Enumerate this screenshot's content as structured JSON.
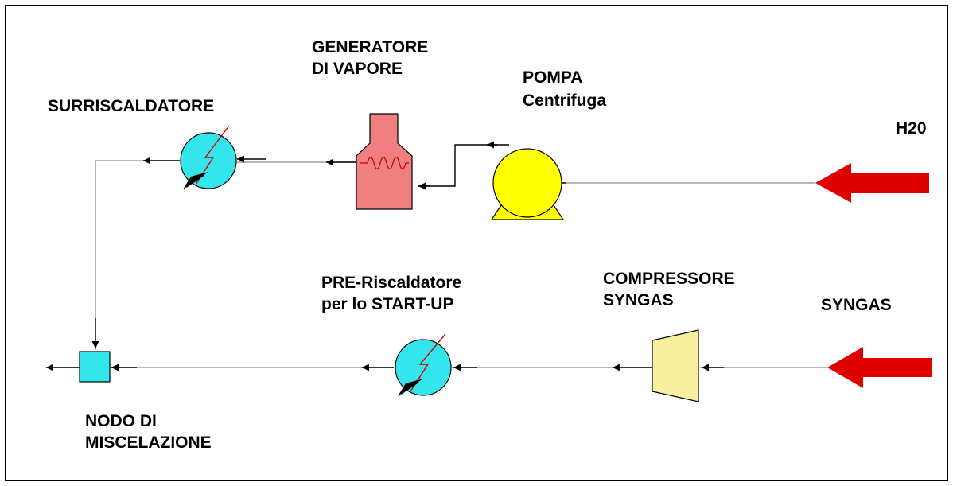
{
  "labels": {
    "generatore": "GENERATORE\nDI VAPORE",
    "surriscaldatore": "SURRISCALDATORE",
    "pompa_title": "POMPA",
    "pompa_sub": "Centrifuga",
    "h2o": "H20",
    "preriscaldatore": "PRE-Riscaldatore\nper lo START-UP",
    "compressore": "COMPRESSORE\nSYNGAS",
    "syngas": "SYNGAS",
    "nodo": "NODO DI\nMISCELAZIONE"
  },
  "colors": {
    "exchanger": "#33e6ec",
    "generator": "#f08080",
    "pump": "#ffff00",
    "compressor": "#f8f0a0",
    "mixer": "#33e6ec",
    "feed_arrow": "#e00000"
  },
  "icons": [
    "heat-exchanger-icon",
    "steam-generator-icon",
    "centrifugal-pump-icon",
    "compressor-icon",
    "mixer-node-icon",
    "feed-arrow-icon"
  ]
}
